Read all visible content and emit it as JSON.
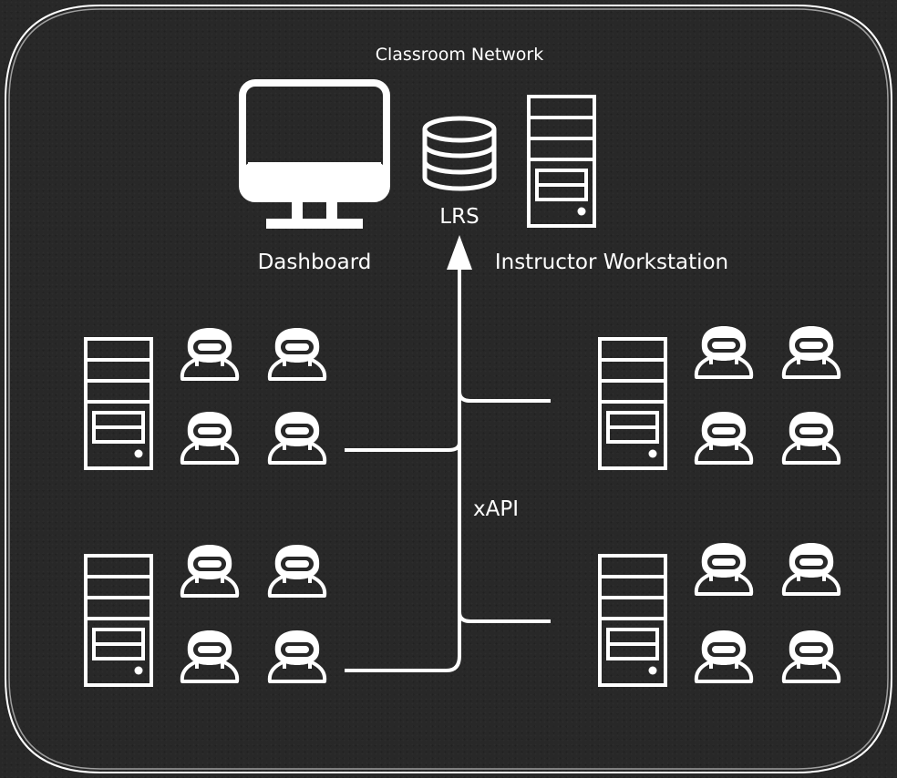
{
  "diagram": {
    "title": "Classroom Network",
    "nodes": {
      "dashboard": "Dashboard",
      "lrs": "LRS",
      "instructor": "Instructor Workstation"
    },
    "connector_label": "xAPI",
    "student_groups": [
      {
        "side": "left",
        "position": "upper",
        "headsets": 4
      },
      {
        "side": "left",
        "position": "lower",
        "headsets": 4
      },
      {
        "side": "right",
        "position": "upper",
        "headsets": 4
      },
      {
        "side": "right",
        "position": "lower",
        "headsets": 4
      }
    ],
    "icons": {
      "dashboard": "monitor-icon",
      "lrs": "database-icon",
      "workstation": "tower-pc-icon",
      "student": "vr-headset-user-icon"
    },
    "colors": {
      "background": "#282828",
      "foreground": "#ffffff"
    }
  }
}
